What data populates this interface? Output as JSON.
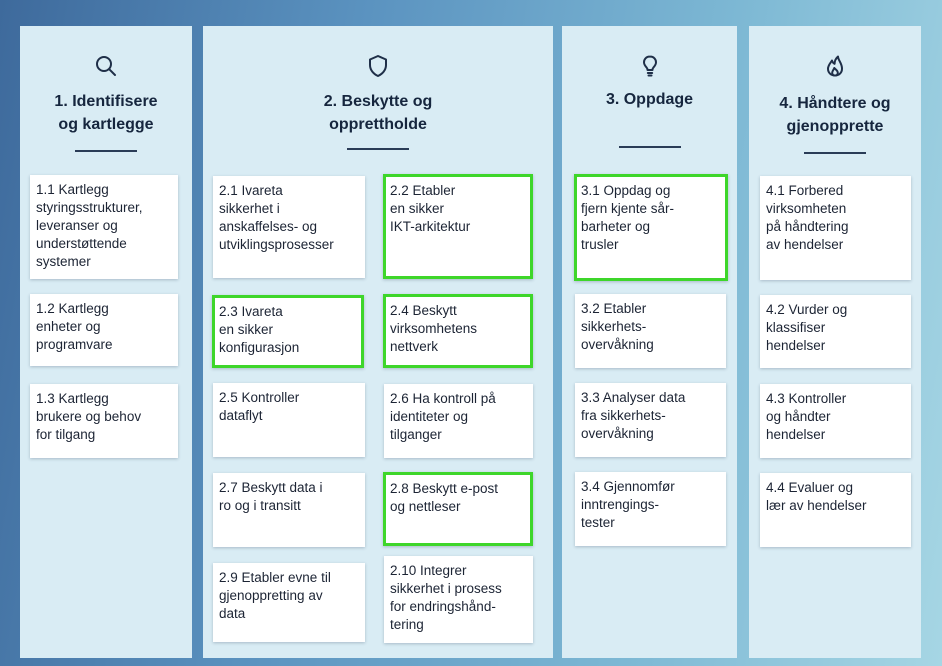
{
  "colors": {
    "highlight": "#3ed62a",
    "column_bg": "#d9ecf4",
    "title": "#16263e"
  },
  "columns": [
    {
      "icon": "search-icon",
      "title": "1. Identifisere\nog kartlegge",
      "cards": [
        {
          "text": "1.1 Kartlegg\nstyringsstrukturer,\nleveranser og\nunderstøttende\nsystemer",
          "highlighted": false
        },
        {
          "text": "1.2 Kartlegg\nenheter og\nprogramvare",
          "highlighted": false
        },
        {
          "text": "1.3 Kartlegg\nbrukere og behov\nfor tilgang",
          "highlighted": false
        }
      ]
    },
    {
      "icon": "shield-icon",
      "title": "2. Beskytte og\nopprettholde",
      "cards": [
        {
          "text": "2.1 Ivareta\nsikkerhet i\nanskaffelses- og\nutviklingsprosesser",
          "highlighted": false
        },
        {
          "text": "2.2 Etabler\nen sikker\nIKT-arkitektur",
          "highlighted": true
        },
        {
          "text": "2.3 Ivareta\nen sikker\nkonfigurasjon",
          "highlighted": true
        },
        {
          "text": "2.4 Beskytt\nvirksomhetens\nnettverk",
          "highlighted": true
        },
        {
          "text": "2.5 Kontroller\ndataflyt",
          "highlighted": false
        },
        {
          "text": "2.6 Ha kontroll på\nidentiteter og\ntilganger",
          "highlighted": false
        },
        {
          "text": "2.7 Beskytt data i\nro og i transitt",
          "highlighted": false
        },
        {
          "text": "2.8 Beskytt e-post\nog nettleser",
          "highlighted": true
        },
        {
          "text": "2.9 Etabler evne til\ngjenoppretting av\ndata",
          "highlighted": false
        },
        {
          "text": "2.10 Integrer\nsikkerhet i prosess\nfor endringshånd-\ntering",
          "highlighted": false
        }
      ]
    },
    {
      "icon": "lightbulb-icon",
      "title": "3. Oppdage",
      "cards": [
        {
          "text": "3.1 Oppdag og\nfjern kjente sår-\nbarheter og\ntrusler",
          "highlighted": true
        },
        {
          "text": "3.2 Etabler\nsikkerhets-\novervåkning",
          "highlighted": false
        },
        {
          "text": "3.3 Analyser data\nfra sikkerhets-\novervåkning",
          "highlighted": false
        },
        {
          "text": "3.4 Gjennomfør\ninntrengings-\ntester",
          "highlighted": false
        }
      ]
    },
    {
      "icon": "flame-icon",
      "title": "4. Håndtere og\ngjenopprette",
      "cards": [
        {
          "text": "4.1 Forbered\nvirksomheten\npå håndtering\nav hendelser",
          "highlighted": false
        },
        {
          "text": "4.2  Vurder og\nklassifiser\nhendelser",
          "highlighted": false
        },
        {
          "text": "4.3 Kontroller\nog håndter\nhendelser",
          "highlighted": false
        },
        {
          "text": "4.4 Evaluer og\nlær av hendelser",
          "highlighted": false
        }
      ]
    }
  ]
}
